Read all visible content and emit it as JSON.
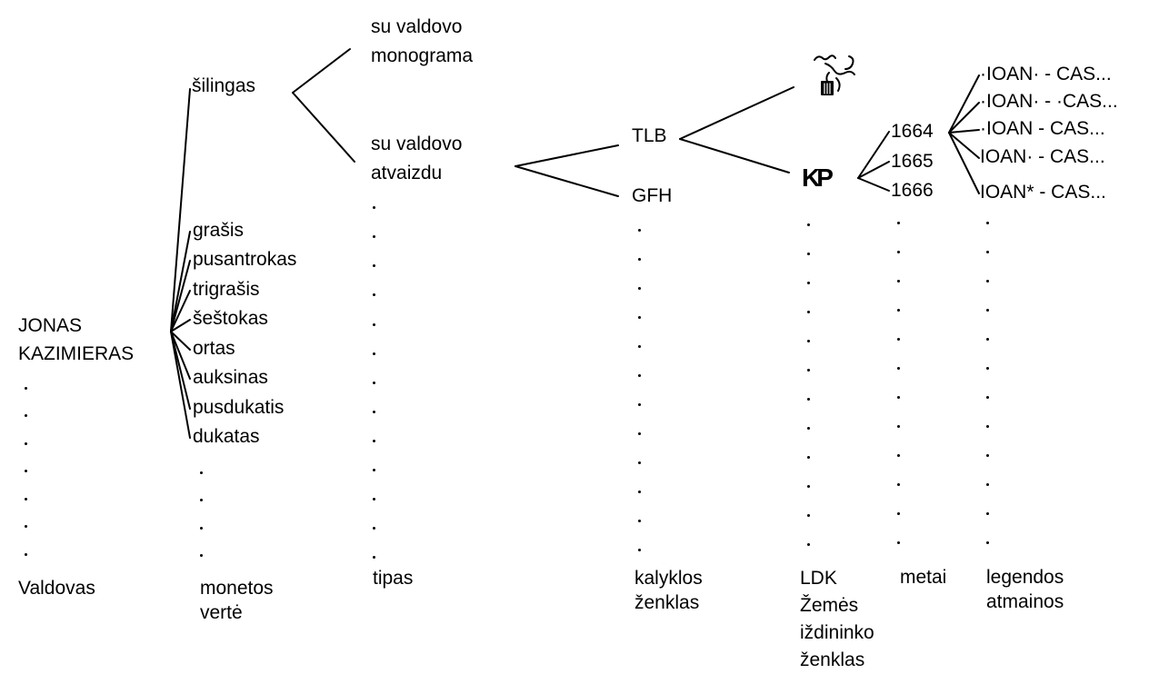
{
  "ruler": "JONAS\nKAZIMIERAS",
  "ruler_lines": [
    "JONAS",
    "KAZIMIERAS"
  ],
  "coin_values": [
    "šilingas",
    "grašis",
    "pusantrokas",
    "trigrašis",
    "šeštokas",
    "ortas",
    "auksinas",
    "pusdukatis",
    "dukatas"
  ],
  "types": {
    "monogram": [
      "su valdovo",
      "monograma"
    ],
    "portrait": [
      "su valdovo",
      "atvaizdu"
    ]
  },
  "mint_marks": [
    "TLB",
    "GFH"
  ],
  "treasurer_marks": {
    "kp": "KP",
    "emblem": "heraldic-emblem-icon"
  },
  "years": [
    "1664",
    "1665",
    "1666"
  ],
  "legend_variants": [
    "·IOAN· - CAS...",
    "·IOAN· - ·CAS...",
    "·IOAN - CAS...",
    "IOAN· - CAS...",
    "IOAN* - CAS..."
  ],
  "column_labels": {
    "ruler": [
      "Valdovas"
    ],
    "value": [
      "monetos",
      "vertė"
    ],
    "type": [
      "tipas"
    ],
    "mint": [
      "kalyklos",
      "ženklas"
    ],
    "treasurer": [
      "LDK",
      "Žemės",
      "iždininko",
      "ženklas"
    ],
    "year": [
      "metai"
    ],
    "legend": [
      "legendos",
      "atmainos"
    ]
  }
}
